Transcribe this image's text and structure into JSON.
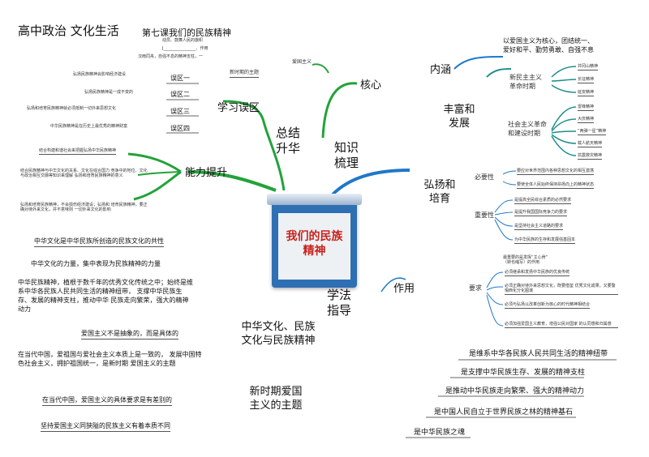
{
  "header": {
    "title": "高中政治  文化生活",
    "subtitle": "第七课我们的民族精神",
    "note_line1": "动员、鼓舞人民的旗帜",
    "note_line2": "J________________、作用",
    "note_line3": "汉雨同舟，自强不息的精神支柱，一"
  },
  "center": {
    "banner_text": "我们的民族精神"
  },
  "main_branches": {
    "zongjie": "总结\n升华",
    "zhishi": "知识\n梳理",
    "xuefa": "学法\n指导",
    "zhonghua": "中华文化、民族\n文化与民族精神",
    "xinshiqi": "新时期爱国\n主义的主题"
  },
  "left_top": {
    "aiguo": "爱国主义",
    "hexin": "核心",
    "xinshiqi_small": "新时期的主题",
    "xuexi": "学习误区",
    "zones": [
      {
        "label": "误区一",
        "desc": "弘扬民族精神会影响经济建设"
      },
      {
        "label": "误区二",
        "desc": "弘扬民族精神是一成不变的"
      },
      {
        "label": "误区三",
        "desc": "弘扬和培育民族精神就必须抵制一切外来思想文化"
      },
      {
        "label": "误区四",
        "desc": "中华民族精神是在历史上最优秀的精神财富"
      }
    ]
  },
  "nengli": {
    "label": "能力提升",
    "items": [
      "结合构建和谐社会来把握弘扬中华民族精神",
      "结合民族精神与中华文化的关系、文化在综合国力 竞争中的地位、文化与政治相互交融等知识来理解 弘扬和培育民族精神的意义",
      "弘扬和培育民族精神，不会损伤经济建设；弘扬和 培育民族精神，要正确对待外来文化，并不意味则 一切外来文化的影响"
    ]
  },
  "left_text": {
    "line1": "中华文化是中华民族所创造的民族文化的共性",
    "line2": "中华文化的力量，集中表现为民族精神的力量",
    "para": "中华民族精神，植根于数千年的优秀文化传统之中；始终是维系中华各民族人民共同生活的精神纽带，  支撑中华民族生存、发展的精神支柱，推动中华  民族走向繁荣，强大的精神动力",
    "line3": "爱国主义不是抽象的，而是具体的",
    "para2": "在当代中国，爱祖国与爱社会主义本质上是一致的， 发展中国特色社会主义，拥护祖国统一，是新时期  爱国主义的主题",
    "line4": "在当代中国，爱国主义的具体要求是有差别的",
    "line5": "坚持爱国主义同狭隘的民族主义有着本质不同"
  },
  "right_top": {
    "neihan": "内涵",
    "neihan_desc": "以爱国主义为核心，团结统一、\n爱好和平、勤劳勇敢、自强不息",
    "fengfu": "丰富和\n发展",
    "xinminzhu": "新民主主义\n革命时期",
    "xinminzhu_items": [
      "井冈山精神",
      "长征精神",
      "延安精神"
    ],
    "shehui": "社会主义革命\n和建设时期",
    "shehui_items": [
      "雷锋精神",
      "大庆精神",
      "“两弹一星”精神",
      "载人航天精神",
      "抗震救灾精神"
    ]
  },
  "right_mid": {
    "hongyang": "弘扬和\n培育",
    "biyao_label": "必要性",
    "biyao_items": [
      "要应对世界范围内各种思想文化的相互激荡",
      "要使全体人民始终保持昂扬向上的精神状态"
    ],
    "zhongyao_label": "重要性",
    "zhongyao_items": [
      "是提高全民综合素质的必然要求",
      "是提升我国国际竞争力的要求",
      "是坚持社会主义道路的要求",
      "为中华民族的生存和发展强基固本"
    ],
    "zuoyong": "作用",
    "zuoyong_top": "最重要的是发挥“主心骨”\n（转也缩写）的作用",
    "yaoqiu_label": "要求",
    "yaoqiu_items": [
      "必须继承和发扬中华民族的优良传统",
      "必须正确对待外来思想文化，既要借鉴 优秀文化成果，又要警惕西化分化图谋",
      "必须与弘扬以改革创新为核心的时代精神相结合",
      "必须加强爱国主义教育，增强公民对国家 的认同感和归属感"
    ]
  },
  "right_bottom": {
    "items": [
      "是维系中华各民族人民共同生活的精神纽带",
      "是支撑中华民族生存、发展的精神支柱",
      "是推动中华民族走向繁荣、强大的精神动力",
      "是中国人民自立于世界民族之林的精神基石",
      "是中华民族之魂"
    ]
  },
  "colors": {
    "green": "#23a23a",
    "blue": "#1e78c8",
    "teal": "#1f8f8a",
    "banner_bg": "#2f6fb3",
    "banner_text": "#c8231e"
  }
}
